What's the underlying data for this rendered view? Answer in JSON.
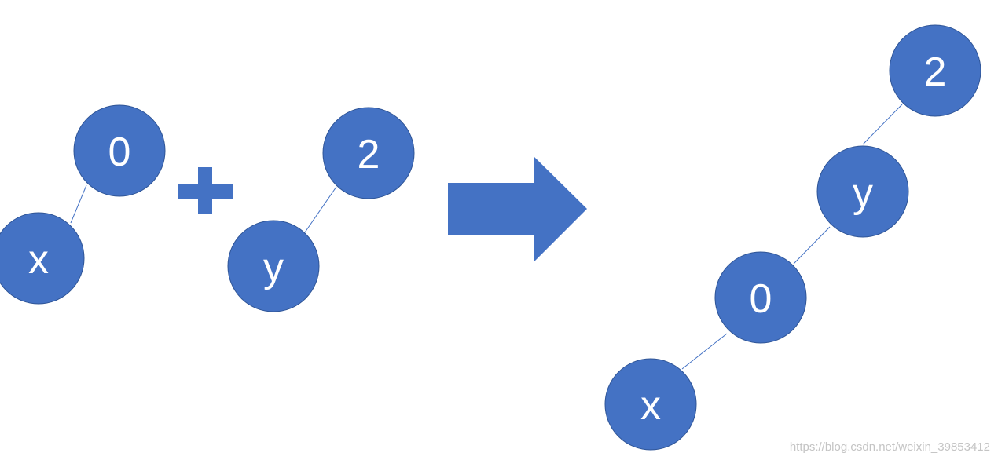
{
  "colors": {
    "node_fill": "#4472C4",
    "edge": "#4472C4",
    "label": "#ffffff"
  },
  "left_tree_a": {
    "root": "0",
    "child": "x"
  },
  "operator": {
    "icon": "plus-icon"
  },
  "left_tree_b": {
    "root": "2",
    "child": "y"
  },
  "transform_arrow": {
    "icon": "right-arrow-icon"
  },
  "result_tree": {
    "root": "2",
    "level1": "y",
    "level2": "0",
    "level3": "x"
  },
  "watermark": "https://blog.csdn.net/weixin_39853412"
}
